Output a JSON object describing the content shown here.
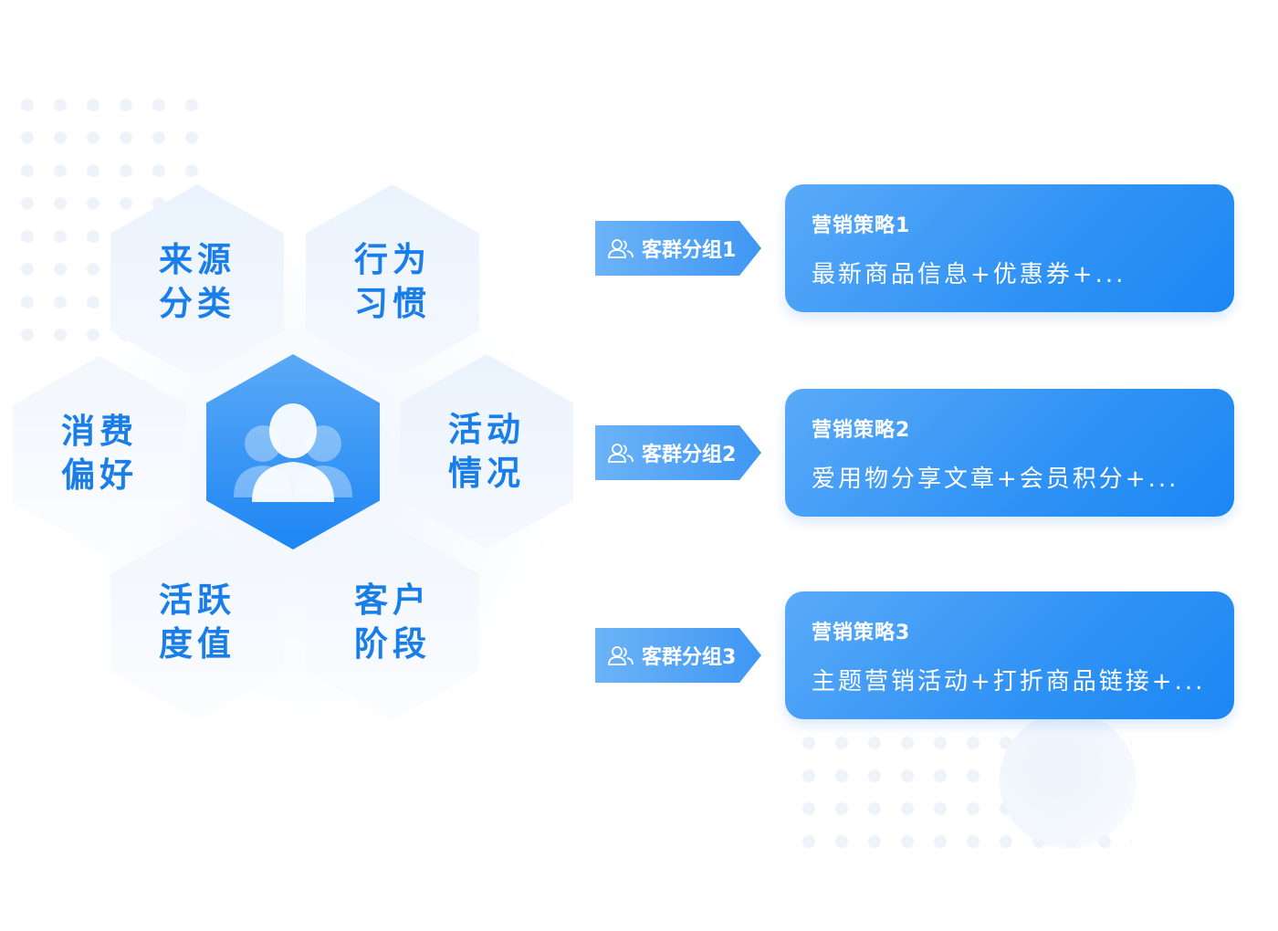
{
  "hexagons": {
    "source": [
      "来源",
      "分类"
    ],
    "behavior": [
      "行为",
      "习惯"
    ],
    "consumption": [
      "消费",
      "偏好"
    ],
    "activity": [
      "活动",
      "情况"
    ],
    "active_value": [
      "活跃",
      "度值"
    ],
    "customer_stage": [
      "客户",
      "阶段"
    ],
    "center_icon": "user-group-icon"
  },
  "groups": [
    {
      "tag": "客群分组1",
      "title": "营销策略1",
      "desc": "最新商品信息+优惠券+..."
    },
    {
      "tag": "客群分组2",
      "title": "营销策略2",
      "desc": "爱用物分享文章+会员积分+..."
    },
    {
      "tag": "客群分组3",
      "title": "营销策略3",
      "desc": "主题营销活动+打折商品链接+..."
    }
  ],
  "colors": {
    "accent": "#1a7ee8",
    "card_start": "#5aaaf8",
    "card_end": "#1b87f4",
    "hex_light": "#eaf3fd"
  }
}
